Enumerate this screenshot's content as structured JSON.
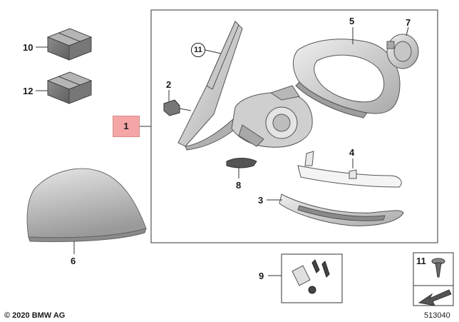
{
  "callouts": {
    "c1": "1",
    "c2": "2",
    "c3": "3",
    "c4": "4",
    "c5": "5",
    "c6": "6",
    "c7": "7",
    "c8": "8",
    "c9": "9",
    "c10": "10",
    "c11": "11",
    "c12": "12",
    "c11_legend": "11"
  },
  "footer": {
    "copyright": "© 2020 BMW AG",
    "diagram_number": "513040"
  },
  "colors": {
    "highlight": "#f4a6a6",
    "part_fill": "#d9d9d9",
    "part_stroke": "#555555"
  }
}
